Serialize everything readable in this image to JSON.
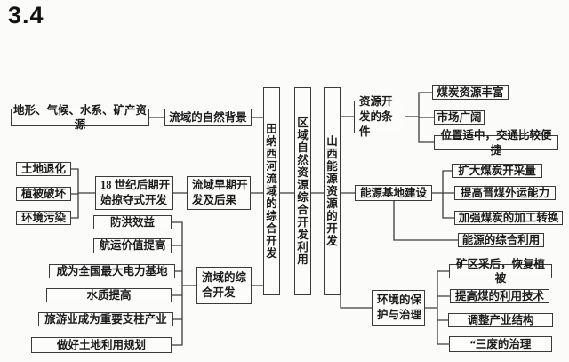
{
  "title": "3.4",
  "accent": {
    "line_color": "#3c3c3c",
    "box_background": "#fcfcfb",
    "text_color": "#1b1b1b"
  },
  "nodes": {
    "naturalFactors": "地形、气候、水系、矿产资源",
    "naturalBackground": "流域的自然背景",
    "landDegradation": "土地退化",
    "vegetationDamage": "植被破坏",
    "envPollution": "环境污染",
    "predatoryDev": "18 世纪后期开始掠夺式开发",
    "earlyDev": "流域早期开发及后果",
    "floodControl": "防洪效益",
    "shippingValue": "航运价值提高",
    "powerBase": "成为全国最大电力基地",
    "waterQuality": "水质提高",
    "tourism": "旅游业成为重要支柱产业",
    "landUsePlan": "做好土地利用规划",
    "comprehensiveDev": "流域的综合开发",
    "tennesseeSpine": "田纳西河流域的综合开发",
    "regionalSpine": "区域自然资源综合开发利用",
    "shanxiSpine": "山西能源资源的开发",
    "devConditions": "资源开发的条件",
    "coalRich": "煤炭资源丰富",
    "broadMarket": "市场广阔",
    "locationTransport": "位置适中，交通比较便捷",
    "energyBase": "能源基地建设",
    "expandMining": "扩大煤炭开采量",
    "coalTransport": "提高晋煤外运能力",
    "coalProcessing": "加强煤炭的加工转换",
    "energyUtilization": "能源的综合利用",
    "envProtection": "环境的保护与治理",
    "restoreVegetation": "矿区采后，恢复植被",
    "coalTechnology": "提高煤的利用技术",
    "industryStructure": "调整产业结构",
    "wasteTreatment": "“三废的治理"
  }
}
